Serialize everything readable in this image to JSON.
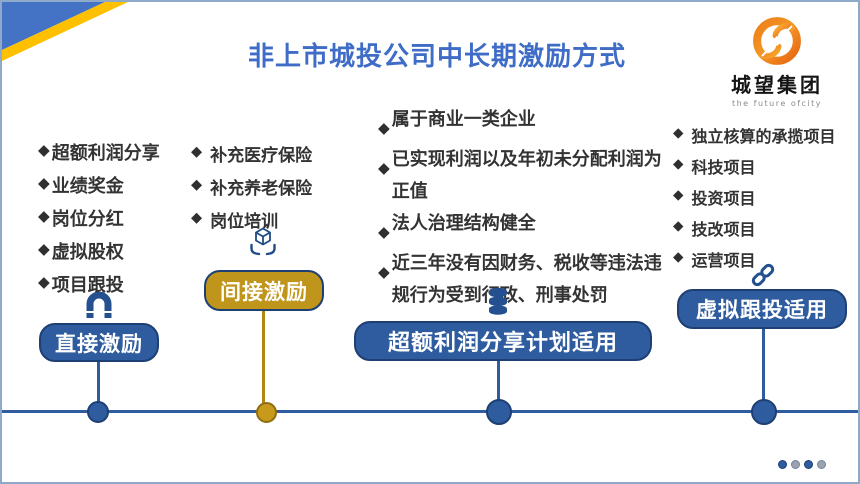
{
  "slide": {
    "title": "非上市城投公司中长期激励方式",
    "bullet": "◆"
  },
  "logo": {
    "name": "城望集团",
    "tagline": "the future ofcity",
    "icon": "orange-swirl-circle-icon"
  },
  "columns": [
    {
      "label": "直接激励",
      "icon": "magnet-icon",
      "accent": "#2E5C9E",
      "items": [
        "超额利润分享",
        "业绩奖金",
        "岗位分红",
        "虚拟股权",
        "项目跟投"
      ]
    },
    {
      "label": "间接激励",
      "icon": "cube-in-hands-icon",
      "accent": "#C0951C",
      "items": [
        "补充医疗保险",
        "补充养老保险",
        "岗位培训"
      ]
    },
    {
      "label": "超额利润分享计划适用",
      "icon": "database-icon",
      "accent": "#2E5C9E",
      "items": [
        "属于商业一类企业",
        "已实现利润以及年初未分配利润为正值",
        "法人治理结构健全",
        "近三年没有因财务、税收等违法违规行为受到行政、刑事处罚"
      ]
    },
    {
      "label": "虚拟跟投适用",
      "icon": "link-icon",
      "accent": "#2E5C9E",
      "items": [
        "独立核算的承揽项目",
        "科技项目",
        "投资项目",
        "技改项目",
        "运营项目"
      ]
    }
  ],
  "colors": {
    "primary_blue": "#2E5C9E",
    "gold": "#C0951C",
    "title_blue": "#3E6CC6",
    "corner_blue": "#4472C4",
    "corner_yellow": "#FFC000",
    "logo_orange": "#E8650F"
  },
  "pagination": {
    "dots": [
      "blue",
      "gray",
      "blue",
      "gray"
    ]
  }
}
